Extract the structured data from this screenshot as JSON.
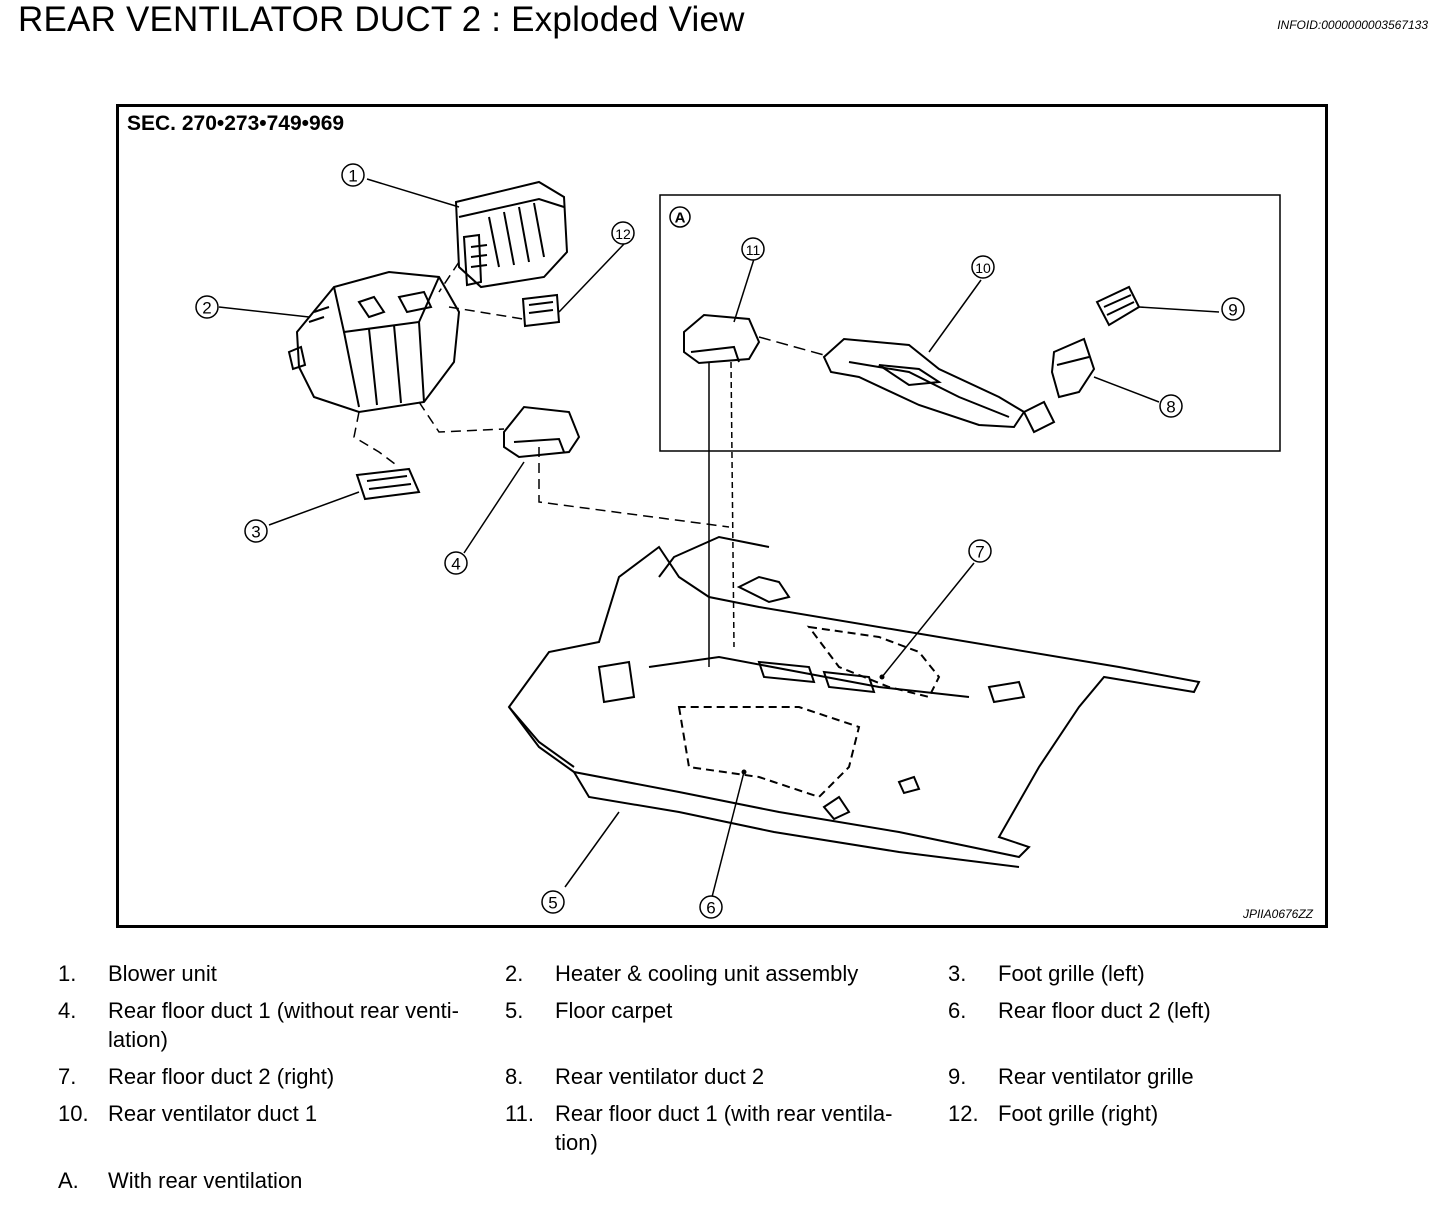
{
  "header": {
    "title": "REAR VENTILATOR DUCT 2 : Exploded View",
    "info_id": "INFOID:0000000003567133"
  },
  "figure": {
    "section_label": "SEC. 270•273•749•969",
    "figure_code": "JPIIA0676ZZ",
    "inset_label": "A",
    "callouts": [
      "1",
      "2",
      "3",
      "4",
      "5",
      "6",
      "7",
      "8",
      "9",
      "10",
      "11",
      "12"
    ]
  },
  "legend": [
    {
      "num": "1.",
      "text": "Blower unit"
    },
    {
      "num": "2.",
      "text": "Heater & cooling unit assembly"
    },
    {
      "num": "3.",
      "text": "Foot grille (left)"
    },
    {
      "num": "4.",
      "text": "Rear floor duct 1 (without rear venti-",
      "text2": "lation)"
    },
    {
      "num": "5.",
      "text": "Floor carpet"
    },
    {
      "num": "6.",
      "text": "Rear floor duct 2 (left)"
    },
    {
      "num": "7.",
      "text": "Rear floor duct 2 (right)"
    },
    {
      "num": "8.",
      "text": "Rear ventilator duct 2"
    },
    {
      "num": "9.",
      "text": "Rear ventilator grille"
    },
    {
      "num": "10.",
      "text": "Rear ventilator duct 1"
    },
    {
      "num": "11.",
      "text": "Rear floor duct 1 (with rear ventila-",
      "text2": "tion)"
    },
    {
      "num": "12.",
      "text": "Foot grille (right)"
    },
    {
      "num": "A.",
      "text": "With rear ventilation"
    }
  ]
}
